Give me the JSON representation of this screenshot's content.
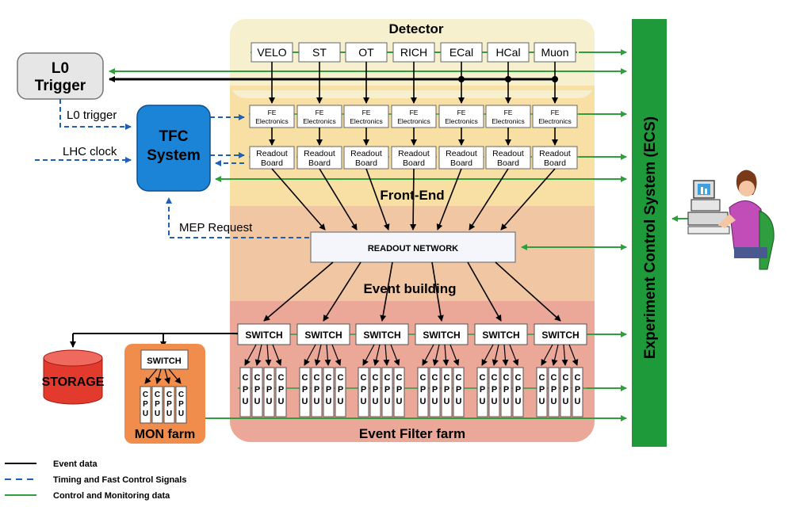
{
  "detector": {
    "title": "Detector",
    "subsystems": [
      "VELO",
      "ST",
      "OT",
      "RICH",
      "ECal",
      "HCal",
      "Muon"
    ]
  },
  "fe_electronics": {
    "line1": "FE",
    "line2": "Electronics"
  },
  "readout_board": {
    "line1": "Readout",
    "line2": "Board"
  },
  "front_end_label": "Front-End",
  "l0": {
    "line1": "L0",
    "line2": "Trigger",
    "signal_label": "L0 trigger"
  },
  "tfc": {
    "line1": "TFC",
    "line2": "System"
  },
  "lhc_clock_label": "LHC clock",
  "mep_request_label": "MEP Request",
  "readout_network_label": "READOUT NETWORK",
  "event_building_label": "Event building",
  "switch_label": "SWITCH",
  "cpu_letters": [
    "C",
    "P",
    "U"
  ],
  "storage_label": "STORAGE",
  "mon_farm_label": "MON farm",
  "event_filter_farm_label": "Event Filter farm",
  "ecs_label": "Experiment Control System (ECS)",
  "legend": [
    {
      "label": "Event data",
      "style": "solid",
      "color": "#000000"
    },
    {
      "label": "Timing and Fast Control Signals",
      "style": "dashed",
      "color": "#1f5fb4"
    },
    {
      "label": "Control and Monitoring data",
      "style": "solid",
      "color": "#2e9e3e"
    }
  ],
  "colors": {
    "detector_bg": "#f7f0cf",
    "frontend_bg": "#f8dfa4",
    "building_bg": "#f1c6a2",
    "farm_bg": "#eba898",
    "mon_farm_bg": "#f08c4c",
    "ecs_green": "#1f9a3a",
    "control_green": "#2e9e3e",
    "tfc_blue": "#1b84d6",
    "timing_blue": "#1f5fb4",
    "storage_red": "#e23b2e"
  }
}
